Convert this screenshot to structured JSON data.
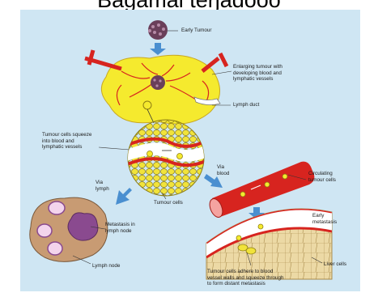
{
  "title": "Bagamai terjadooo",
  "labels": {
    "early_tumour": "Early Tumour",
    "enlarging": "Enlarging tumour with\ndeveloping blood and\nlymphatic vessels",
    "lymph_duct": "Lymph duct",
    "squeeze": "Tumour cells squeeze\ninto blood and\nlymphatic vessels",
    "tumour_cells": "Tumour cells",
    "via_blood": "Via\nblood",
    "circulating": "Circulating\ntumour cells",
    "via_lymph": "Via\nlymph",
    "metastasis_node": "Metastasis in\nlymph node",
    "early_metastasis": "Early\nmetastasis",
    "lymph_node": "Lymph node",
    "liver_cells": "Liver cells",
    "adhere": "Tumour cells adhere to blood\nvessel walls and squeeze through\nto form distant metastasis"
  },
  "colors": {
    "panel": "#cfe6f3",
    "tumour_yellow": "#f5ea2e",
    "vessel_red": "#d7241f",
    "arrow_blue": "#4a8fd0",
    "node_brown": "#c89b73",
    "metastasis_purple": "#8a4a8f",
    "liver_tan": "#ecd9a5"
  }
}
